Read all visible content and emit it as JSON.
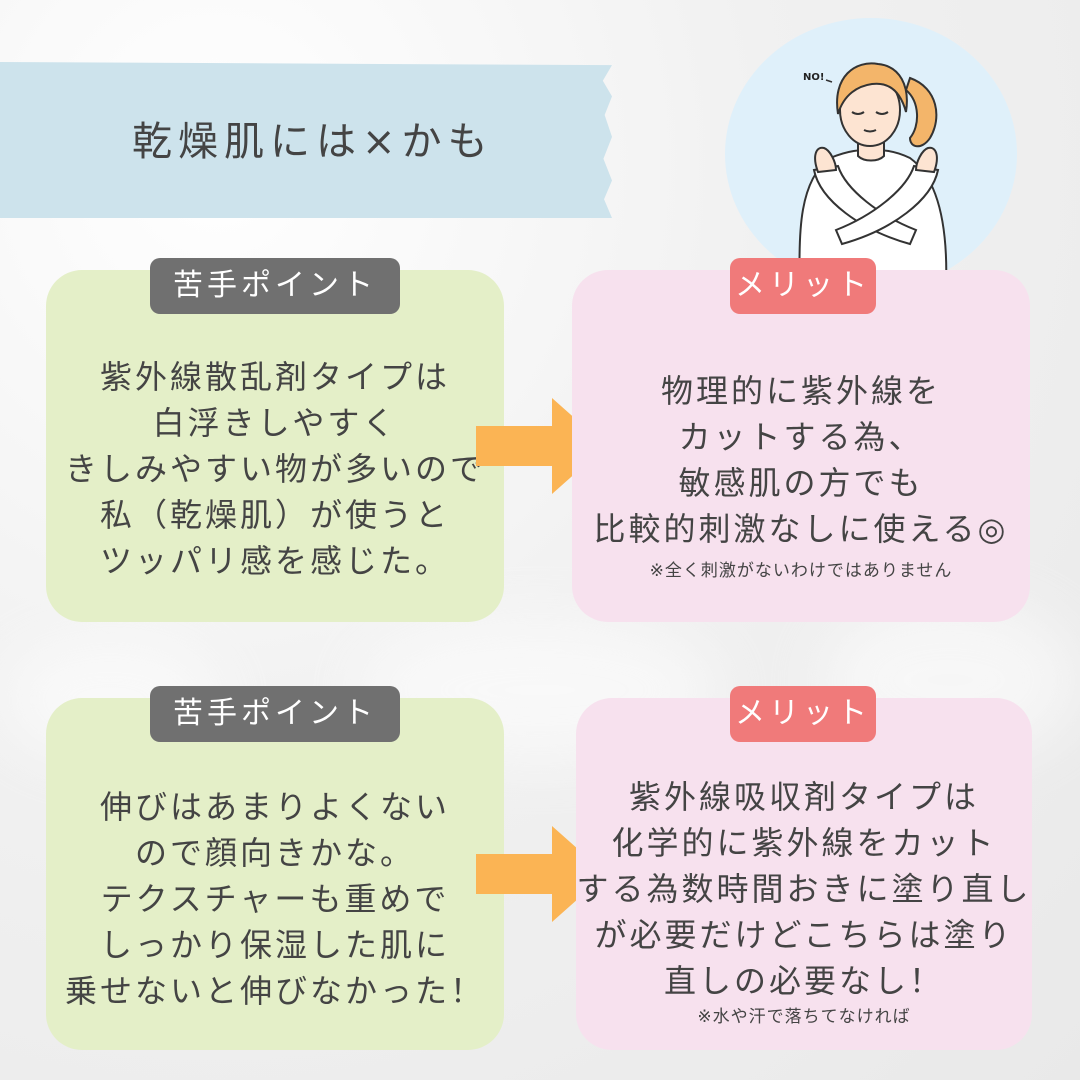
{
  "banner": {
    "title": "乾燥肌には×かも"
  },
  "illustration": {
    "speech": "NO!"
  },
  "colors": {
    "tape": "#cde3ec",
    "green_card": "#e4efc8",
    "pink_card": "#f7e1ee",
    "gray_label": "#707070",
    "red_label": "#f07a7a",
    "arrow": "#fbb454",
    "avatar_bg": "#dff0fa"
  },
  "sections": [
    {
      "weak_label": "苦手ポイント",
      "weak_lines": [
        "紫外線散乱剤タイプは",
        "白浮きしやすく",
        "きしみやすい物が多いので",
        "私（乾燥肌）が使うと",
        "ツッパリ感を感じた。"
      ],
      "merit_label": "メリット",
      "merit_lines": [
        "物理的に紫外線を",
        "カットする為、",
        "敏感肌の方でも",
        "比較的刺激なしに使える◎"
      ],
      "merit_note": "※全く刺激がないわけではありません",
      "arrow_icon": "arrow-right-icon"
    },
    {
      "weak_label": "苦手ポイント",
      "weak_lines": [
        "伸びはあまりよくない",
        "ので顔向きかな。",
        "テクスチャーも重めで",
        "しっかり保湿した肌に",
        "乗せないと伸びなかった！"
      ],
      "merit_label": "メリット",
      "merit_lines": [
        "紫外線吸収剤タイプは",
        "化学的に紫外線をカット",
        "する為数時間おきに塗り直し",
        "が必要だけどこちらは塗り",
        "直しの必要なし！"
      ],
      "merit_note": "※水や汗で落ちてなければ",
      "arrow_icon": "arrow-right-icon"
    }
  ]
}
